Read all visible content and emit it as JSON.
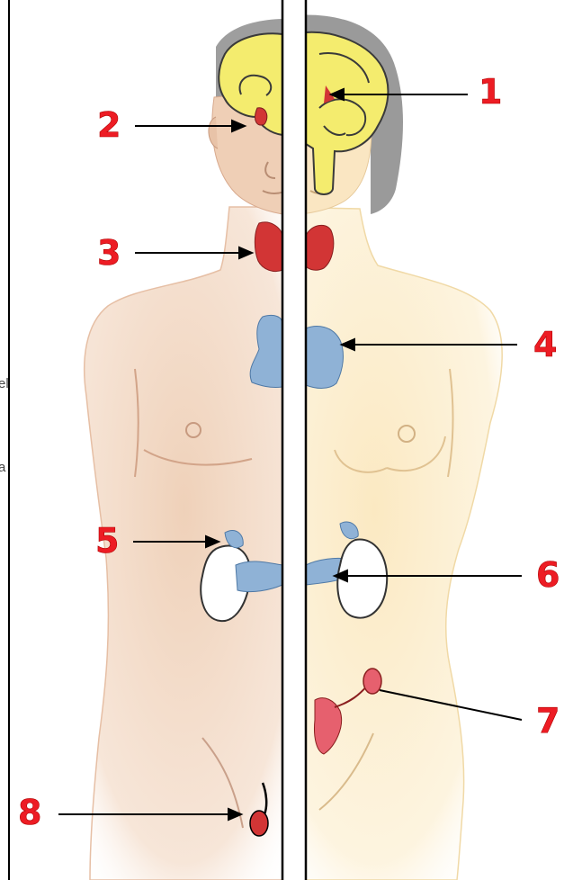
{
  "labels": [
    "1",
    "2",
    "3",
    "4",
    "5",
    "6",
    "7",
    "8"
  ],
  "edge_fragments": [
    "el",
    "a"
  ],
  "colors": {
    "brain": "#f5eb6e",
    "brain_outline": "#3a3a3a",
    "gland_red": "#d23535",
    "gland_blue": "#8fb2d6",
    "kidney": "#ffffff",
    "skin_left": "#f1d9c5",
    "skin_right": "#fbecc9",
    "hair": "#9b9b9b",
    "label": "#ed1c24",
    "divider": "#000000"
  }
}
